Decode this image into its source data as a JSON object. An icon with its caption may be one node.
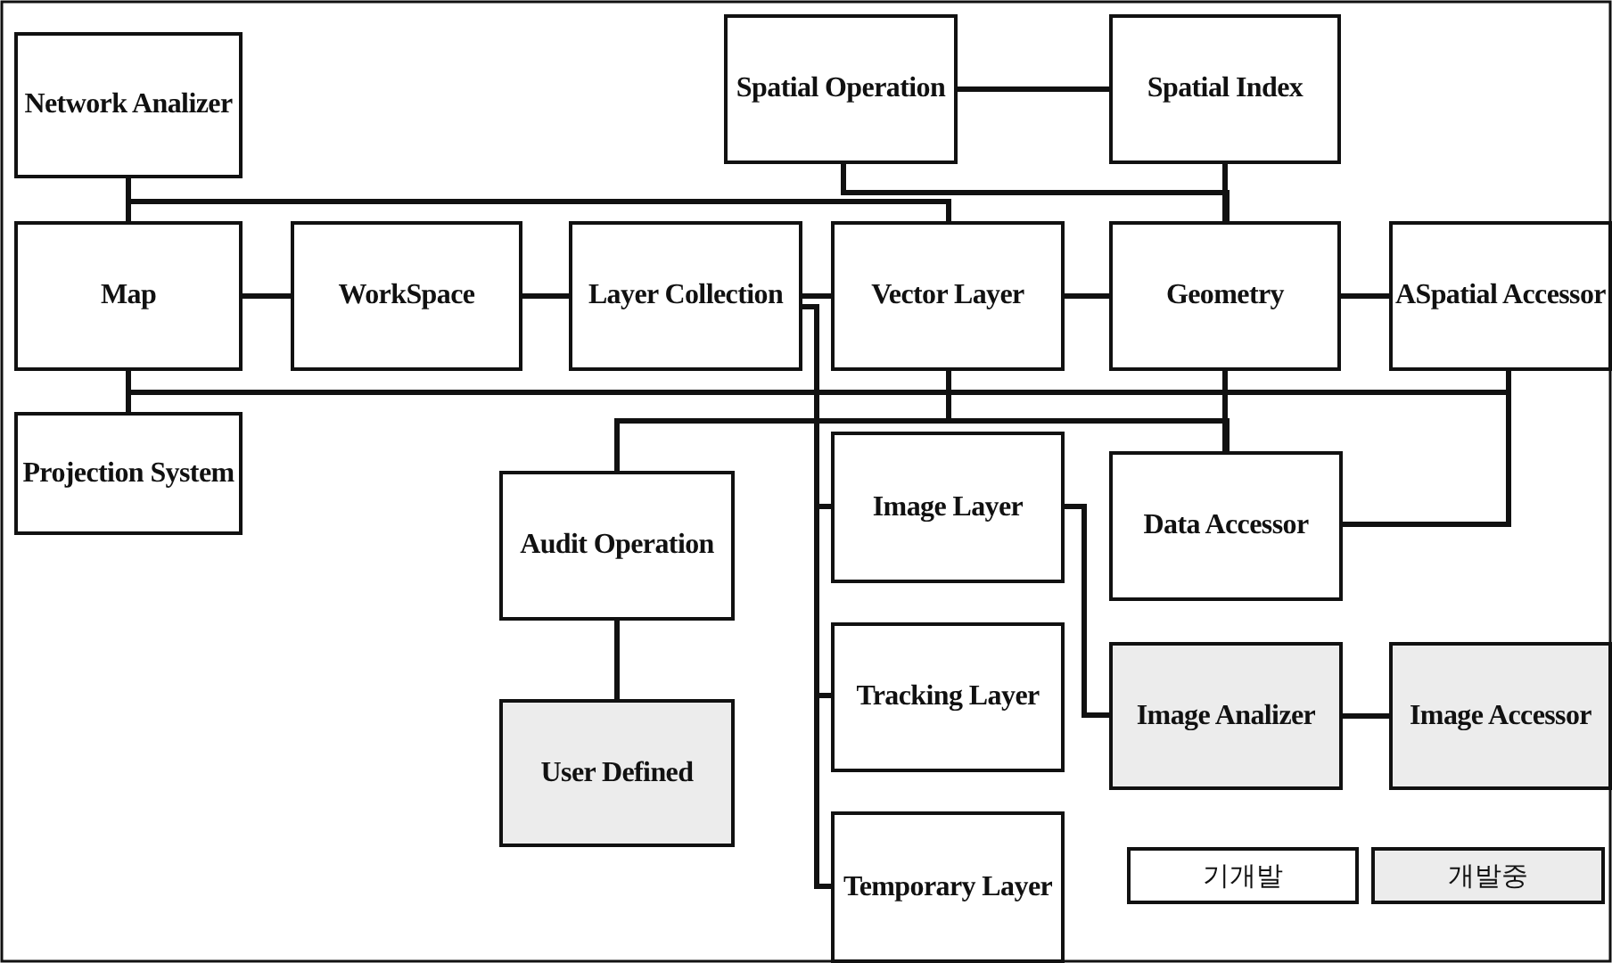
{
  "diagram": {
    "nodes": [
      {
        "text": [
          "Network Analizer"
        ]
      },
      {
        "text": [
          "Spatial Operation"
        ]
      },
      {
        "text": [
          "Spatial Index"
        ]
      },
      {
        "text": [
          "Map"
        ]
      },
      {
        "text": [
          "WorkSpace"
        ]
      },
      {
        "text": [
          "Layer Collection"
        ]
      },
      {
        "text": [
          "Vector Layer"
        ]
      },
      {
        "text": [
          "Geometry"
        ]
      },
      {
        "text": [
          "ASpatial Accessor"
        ]
      },
      {
        "text": [
          "Projection System"
        ]
      },
      {
        "text": [
          "Audit Operation"
        ]
      },
      {
        "text": [
          "Image Layer"
        ]
      },
      {
        "text": [
          "Data Accessor"
        ]
      },
      {
        "text": [
          "User Defined"
        ]
      },
      {
        "text": [
          "Tracking Layer"
        ]
      },
      {
        "text": [
          "Image Analizer"
        ]
      },
      {
        "text": [
          "Image Accessor"
        ]
      },
      {
        "text": [
          "Temporary Layer"
        ]
      }
    ],
    "edges": [
      {
        "from": 0,
        "to": 3,
        "arrow": "none"
      },
      {
        "from": 3,
        "to": 6,
        "arrow": "none"
      },
      {
        "from": 1,
        "to": 2,
        "arrow": "none"
      },
      {
        "from": 1,
        "to": 7,
        "arrow": "none"
      },
      {
        "from": 2,
        "to": 7,
        "arrow": "none"
      },
      {
        "from": 3,
        "to": 4,
        "arrow": "none"
      },
      {
        "from": 4,
        "to": 5,
        "arrow": "none"
      },
      {
        "from": 5,
        "to": 6,
        "arrow": "none"
      },
      {
        "from": 6,
        "to": 7,
        "arrow": "none"
      },
      {
        "from": 7,
        "to": 8,
        "arrow": "none"
      },
      {
        "from": 5,
        "to": 11,
        "arrow": "none"
      },
      {
        "from": 5,
        "to": 14,
        "arrow": "none"
      },
      {
        "from": 5,
        "to": 17,
        "arrow": "none"
      },
      {
        "from": 3,
        "to": 9,
        "arrow": "none"
      },
      {
        "from": 3,
        "to": 8,
        "arrow": "none"
      },
      {
        "from": 7,
        "to": 12,
        "arrow": "none"
      },
      {
        "from": 8,
        "to": 12,
        "arrow": "none"
      },
      {
        "from": 6,
        "to": 10,
        "arrow": "none"
      },
      {
        "from": 10,
        "to": 12,
        "arrow": "none"
      },
      {
        "from": 10,
        "to": 13,
        "arrow": "none"
      },
      {
        "from": 11,
        "to": 15,
        "arrow": "none"
      },
      {
        "from": 15,
        "to": 16,
        "arrow": "none"
      }
    ],
    "legend": [
      {
        "text": "기개발",
        "color": "#ffffff"
      },
      {
        "text": "개발중",
        "color": "#ececec"
      }
    ]
  }
}
